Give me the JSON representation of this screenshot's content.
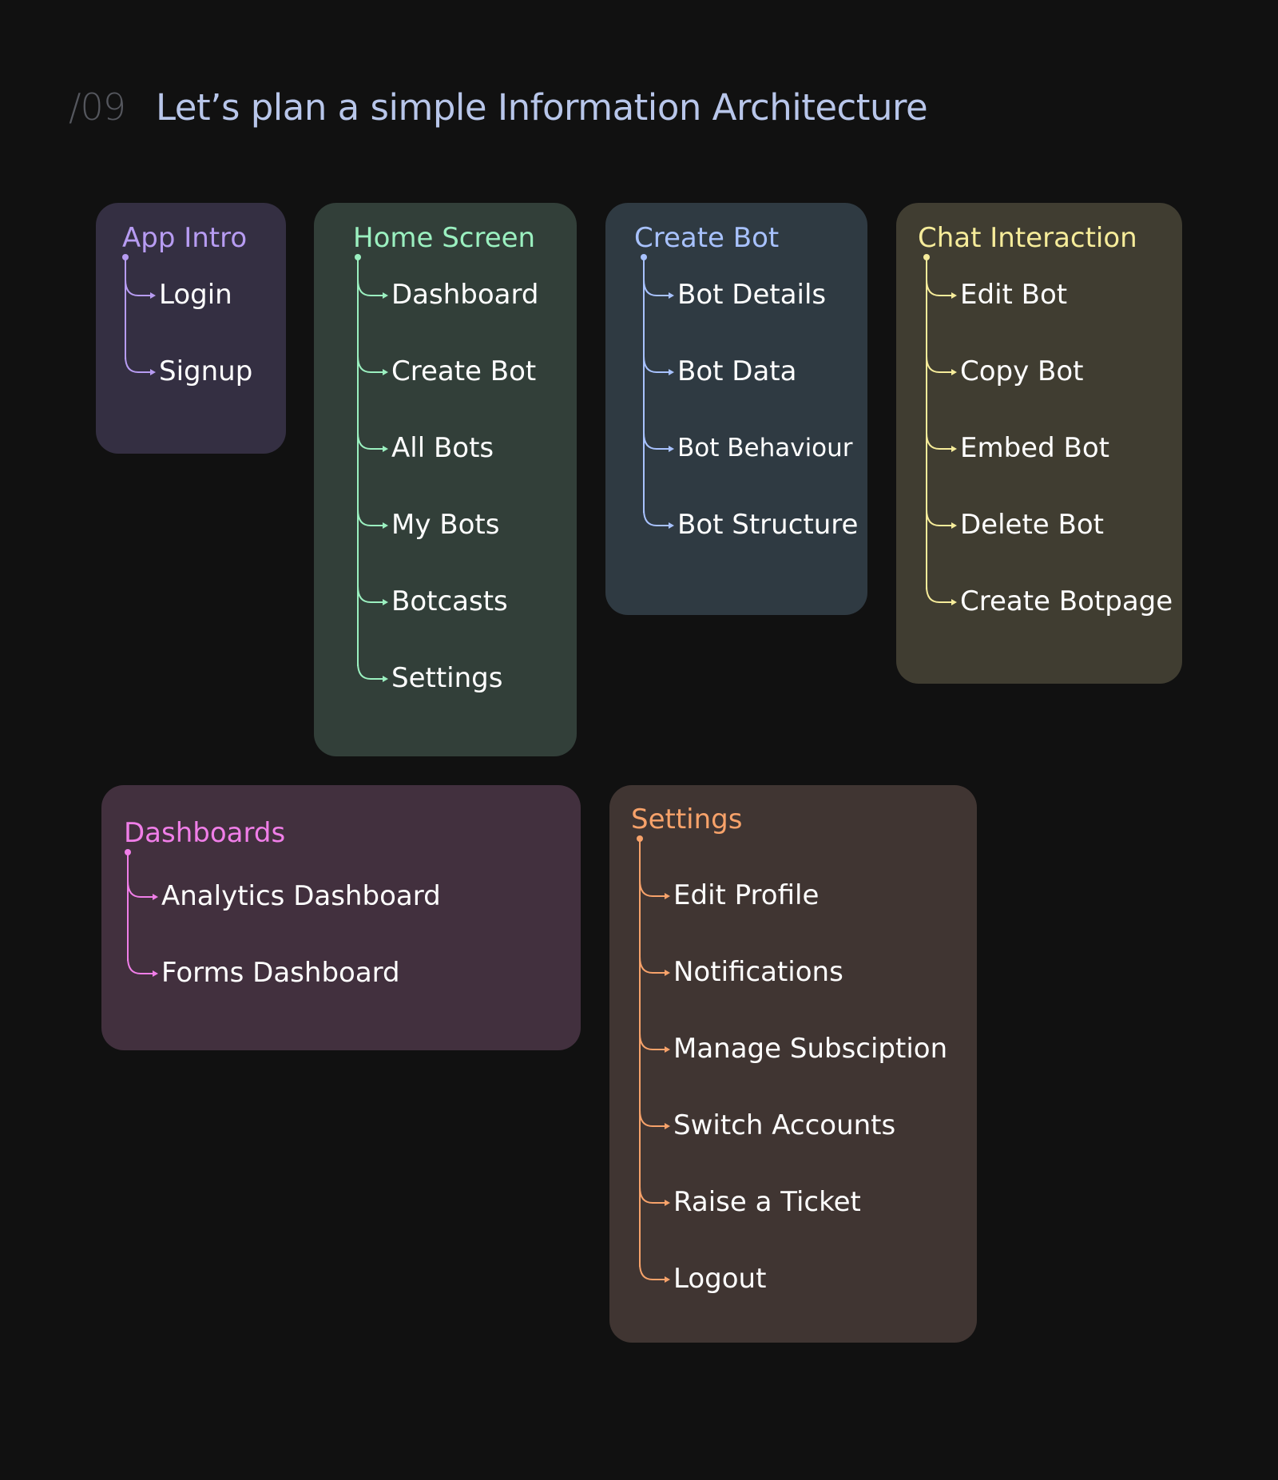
{
  "header": {
    "number": "/09",
    "title": "Let’s plan a simple Information Architecture"
  },
  "cards": [
    {
      "id": "app-intro",
      "title": "App Intro",
      "color": "#b79cf2",
      "bg": "#342f42",
      "items": [
        "Login",
        "Signup"
      ]
    },
    {
      "id": "home-screen",
      "title": "Home Screen",
      "color": "#9bf0c0",
      "bg": "#323f39",
      "items": [
        "Dashboard",
        "Create Bot",
        "All Bots",
        "My Bots",
        "Botcasts",
        "Settings"
      ]
    },
    {
      "id": "create-bot",
      "title": "Create Bot",
      "color": "#a8c2ff",
      "bg": "#2f3a42",
      "items": [
        "Bot Details",
        "Bot Data",
        "Bot Behaviour",
        "Bot Structure"
      ]
    },
    {
      "id": "chat-interaction",
      "title": "Chat Interaction",
      "color": "#f6ec9a",
      "bg": "#403d31",
      "items": [
        "Edit Bot",
        "Copy Bot",
        "Embed Bot",
        "Delete Bot",
        "Create Botpage"
      ]
    },
    {
      "id": "dashboards",
      "title": "Dashboards",
      "color": "#f07ee8",
      "bg": "#42303e",
      "items": [
        "Analytics Dashboard",
        "Forms Dashboard"
      ]
    },
    {
      "id": "settings",
      "title": "Settings",
      "color": "#f7a26a",
      "bg": "#403532",
      "items": [
        "Edit Profile",
        "Notifications",
        "Manage Subsciption",
        "Switch Accounts",
        "Raise a Ticket",
        "Logout"
      ]
    }
  ]
}
